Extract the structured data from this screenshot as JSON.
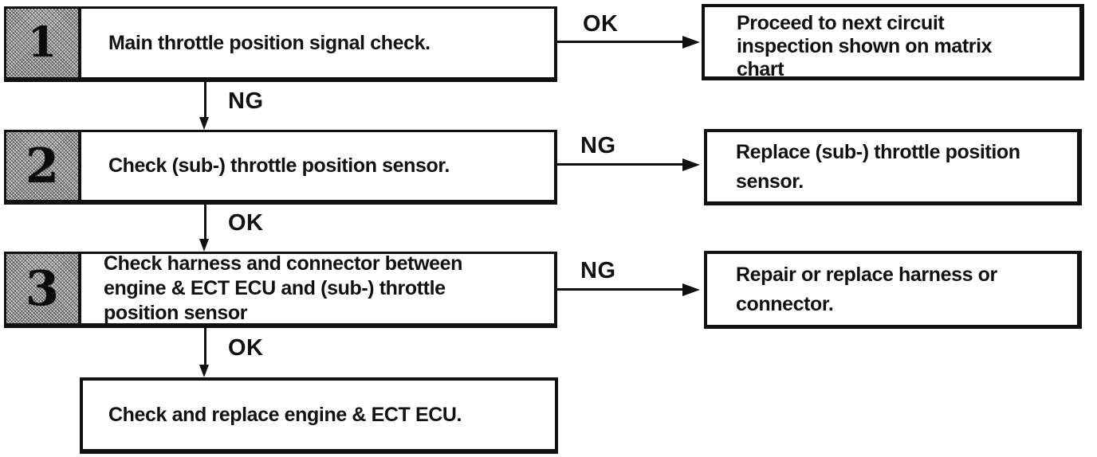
{
  "colors": {
    "ink": "#111111",
    "halftone_gray": "#c6c6c6",
    "paper": "#ffffff"
  },
  "flowchart": {
    "steps": [
      {
        "number": "1",
        "instruction": "Main throttle position signal check.",
        "side_label": "OK",
        "side_result": "Proceed to next circuit\ninspection shown on matrix\nchart",
        "down_label": "NG"
      },
      {
        "number": "2",
        "instruction": "Check (sub-) throttle position sensor.",
        "side_label": "NG",
        "side_result": "Replace (sub-) throttle position\nsensor.",
        "down_label": "OK"
      },
      {
        "number": "3",
        "instruction": "Check harness and connector between\nengine & ECT ECU and (sub-) throttle\nposition sensor",
        "side_label": "NG",
        "side_result": "Repair or replace harness or\nconnector.",
        "down_label": "OK"
      }
    ],
    "final_instruction": "Check and replace engine & ECT ECU."
  }
}
